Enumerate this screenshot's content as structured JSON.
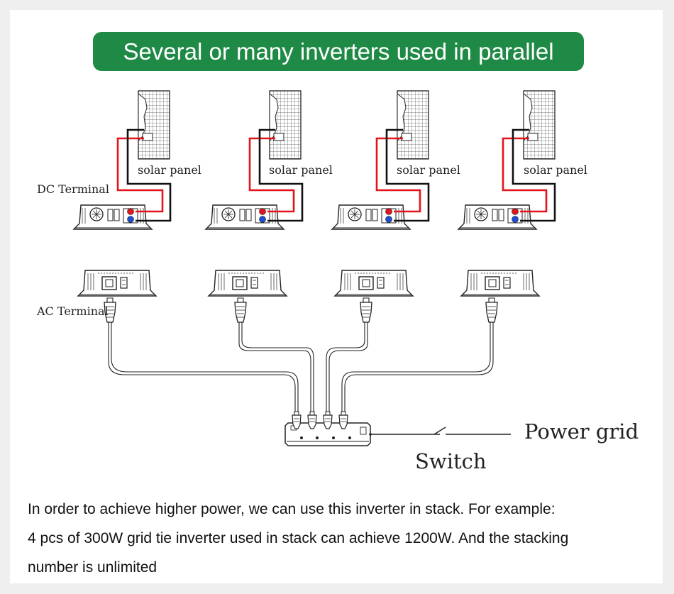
{
  "title": "Several or many inverters used in parallel",
  "labels": {
    "dc_terminal": "DC Terminal",
    "ac_terminal": "AC Terminal",
    "solar_panel": "solar panel",
    "power_grid": "Power grid",
    "switch": "Switch"
  },
  "description": [
    "In order to achieve higher power, we can use this inverter in stack. For example:",
    "4 pcs of 300W grid tie inverter used in stack can achieve 1200W. And the stacking",
    "number is unlimited"
  ],
  "colors": {
    "title_bg": "#1f8a45",
    "positive_wire": "#e3141b",
    "negative_wire": "#111111",
    "terminal_positive": "#e3141b",
    "terminal_negative": "#1a4fcf"
  }
}
